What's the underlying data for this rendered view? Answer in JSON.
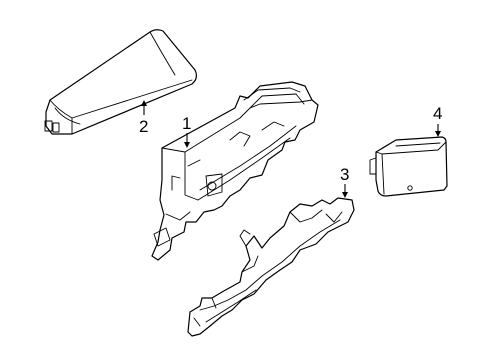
{
  "parts": [
    {
      "id": "cover",
      "icon": "fuse-box-cover-drawing",
      "callout": "2"
    },
    {
      "id": "fuse-box",
      "icon": "fuse-box-drawing",
      "callout": "1"
    },
    {
      "id": "bracket",
      "icon": "bracket-drawing",
      "callout": "3"
    },
    {
      "id": "relay-module",
      "icon": "relay-module-drawing",
      "callout": "4"
    }
  ]
}
